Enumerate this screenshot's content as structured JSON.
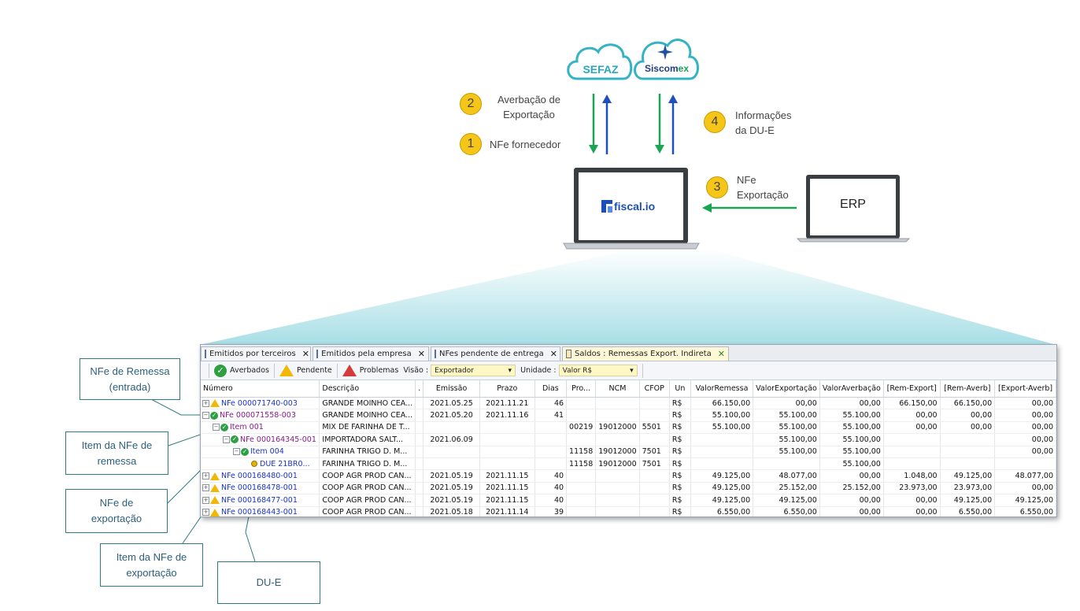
{
  "clouds": {
    "sefaz": "SEFAZ",
    "siscomex_prefix": "Siscom",
    "siscomex_suffix": "ex"
  },
  "steps": [
    {
      "number": "1",
      "text": "NFe fornecedor"
    },
    {
      "number": "2",
      "text_line1": "Averbação de",
      "text_line2": "Exportação"
    },
    {
      "number": "3",
      "text_line1": "NFe",
      "text_line2": "Exportação"
    },
    {
      "number": "4",
      "text_line1": "Informações",
      "text_line2": "da DU-E"
    }
  ],
  "laptop_main": {
    "logo_text": "fiscal.io"
  },
  "laptop_erp": {
    "label": "ERP"
  },
  "callouts": {
    "nfe_remessa": {
      "line1": "NFe de Remessa",
      "line2": "(entrada)"
    },
    "item_remessa": {
      "line1": "Item da NFe de",
      "line2": "remessa"
    },
    "nfe_exportacao": {
      "line1": "NFe de",
      "line2": "exportação"
    },
    "item_exportacao": {
      "line1": "Item da NFe de",
      "line2": "exportação"
    },
    "due": {
      "line1": "DU-E"
    }
  },
  "colors": {
    "green_arrow": "#1aa553",
    "blue_arrow": "#1f4fbf",
    "step_circle": "#f5c518",
    "active_tab": "#fff8d6"
  },
  "app": {
    "tabs": [
      {
        "label": "Emitidos por terceiros",
        "close": "✕"
      },
      {
        "label": "Emitidos pela empresa",
        "close": "✕"
      },
      {
        "label": "NFes pendente de entrega",
        "close": "✕"
      },
      {
        "label": "Saldos : Remessas Export. Indireta",
        "close": "✕"
      }
    ],
    "toolbar": {
      "averbados": "Averbados",
      "pendente": "Pendente",
      "problemas": "Problemas",
      "visao_label": "Visão :",
      "visao_value": "Exportador",
      "unidade_label": "Unidade :",
      "unidade_value": "Valor R$"
    },
    "columns": [
      "Número",
      "Descrição",
      ".",
      "Emissão",
      "Prazo",
      "Dias",
      "Pro...",
      "NCM",
      "CFOP",
      "Un",
      "ValorRemessa",
      "ValorExportação",
      "ValorAverbação",
      "[Rem-Export]",
      "[Rem-Averb]",
      "[Export-Averb]"
    ],
    "rows": [
      {
        "icon": "warn",
        "indent": 0,
        "expander": "+",
        "numero": "NFe 000071740-003",
        "color": "blue",
        "descricao": "GRANDE MOINHO CEA...",
        "emissao": "2021.05.25",
        "prazo": "2021.11.21",
        "dias": "46",
        "pro": "",
        "ncm": "",
        "cfop": "",
        "un": "R$",
        "vrem": "66.150,00",
        "vexp": "00,00",
        "vaverb": "00,00",
        "remexp": "66.150,00",
        "remaverb": "66.150,00",
        "expaverb": "00,00"
      },
      {
        "icon": "check",
        "indent": 0,
        "expander": "−",
        "numero": "NFe 000071558-003",
        "color": "purple",
        "descricao": "GRANDE MOINHO CEA...",
        "emissao": "2021.05.20",
        "prazo": "2021.11.16",
        "dias": "41",
        "pro": "",
        "ncm": "",
        "cfop": "",
        "un": "R$",
        "vrem": "55.100,00",
        "vexp": "55.100,00",
        "vaverb": "55.100,00",
        "remexp": "00,00",
        "remaverb": "00,00",
        "expaverb": "00,00"
      },
      {
        "icon": "check",
        "indent": 1,
        "expander": "−",
        "numero": "Item 001",
        "color": "purple",
        "descricao": "MIX DE FARINHA DE T...",
        "emissao": "",
        "prazo": "",
        "dias": "",
        "pro": "00219",
        "ncm": "19012000",
        "cfop": "5501",
        "un": "R$",
        "vrem": "55.100,00",
        "vexp": "55.100,00",
        "vaverb": "55.100,00",
        "remexp": "00,00",
        "remaverb": "00,00",
        "expaverb": "00,00"
      },
      {
        "icon": "check",
        "indent": 2,
        "expander": "−",
        "numero": "NFe 000164345-001",
        "color": "purple",
        "descricao": "IMPORTADORA SALT...",
        "emissao": "2021.06.09",
        "prazo": "",
        "dias": "",
        "pro": "",
        "ncm": "",
        "cfop": "",
        "un": "R$",
        "vrem": "",
        "vexp": "55.100,00",
        "vaverb": "55.100,00",
        "remexp": "",
        "remaverb": "",
        "expaverb": "00,00"
      },
      {
        "icon": "check",
        "indent": 3,
        "expander": "−",
        "numero": "Item 004",
        "color": "blue",
        "descricao": "FARINHA TRIGO D. M...",
        "emissao": "",
        "prazo": "",
        "dias": "",
        "pro": "11158",
        "ncm": "19012000",
        "cfop": "7501",
        "un": "R$",
        "vrem": "",
        "vexp": "55.100,00",
        "vaverb": "55.100,00",
        "remexp": "",
        "remaverb": "",
        "expaverb": "00,00"
      },
      {
        "icon": "key",
        "indent": 4,
        "expander": "",
        "numero": "DUE 21BR0...",
        "color": "blue",
        "descricao": "FARINHA TRIGO D. M...",
        "emissao": "",
        "prazo": "",
        "dias": "",
        "pro": "11158",
        "ncm": "19012000",
        "cfop": "7501",
        "un": "R$",
        "vrem": "",
        "vexp": "",
        "vaverb": "55.100,00",
        "remexp": "",
        "remaverb": "",
        "expaverb": ""
      },
      {
        "icon": "warn",
        "indent": 0,
        "expander": "+",
        "numero": "NFe 000168480-001",
        "color": "blue",
        "descricao": "COOP AGR PROD CAN...",
        "emissao": "2021.05.19",
        "prazo": "2021.11.15",
        "dias": "40",
        "pro": "",
        "ncm": "",
        "cfop": "",
        "un": "R$",
        "vrem": "49.125,00",
        "vexp": "48.077,00",
        "vaverb": "00,00",
        "remexp": "1.048,00",
        "remaverb": "49.125,00",
        "expaverb": "48.077,00"
      },
      {
        "icon": "warn",
        "indent": 0,
        "expander": "+",
        "numero": "NFe 000168478-001",
        "color": "blue",
        "descricao": "COOP AGR PROD CAN...",
        "emissao": "2021.05.19",
        "prazo": "2021.11.15",
        "dias": "40",
        "pro": "",
        "ncm": "",
        "cfop": "",
        "un": "R$",
        "vrem": "49.125,00",
        "vexp": "25.152,00",
        "vaverb": "25.152,00",
        "remexp": "23.973,00",
        "remaverb": "23.973,00",
        "expaverb": "00,00"
      },
      {
        "icon": "warn",
        "indent": 0,
        "expander": "+",
        "numero": "NFe 000168477-001",
        "color": "blue",
        "descricao": "COOP AGR PROD CAN...",
        "emissao": "2021.05.19",
        "prazo": "2021.11.15",
        "dias": "40",
        "pro": "",
        "ncm": "",
        "cfop": "",
        "un": "R$",
        "vrem": "49.125,00",
        "vexp": "49.125,00",
        "vaverb": "00,00",
        "remexp": "00,00",
        "remaverb": "49.125,00",
        "expaverb": "49.125,00"
      },
      {
        "icon": "warn",
        "indent": 0,
        "expander": "+",
        "numero": "NFe 000168443-001",
        "color": "blue",
        "descricao": "COOP AGR PROD CAN...",
        "emissao": "2021.05.18",
        "prazo": "2021.11.14",
        "dias": "39",
        "pro": "",
        "ncm": "",
        "cfop": "",
        "un": "R$",
        "vrem": "6.550,00",
        "vexp": "6.550,00",
        "vaverb": "00,00",
        "remexp": "00,00",
        "remaverb": "6.550,00",
        "expaverb": "6.550,00"
      }
    ]
  }
}
